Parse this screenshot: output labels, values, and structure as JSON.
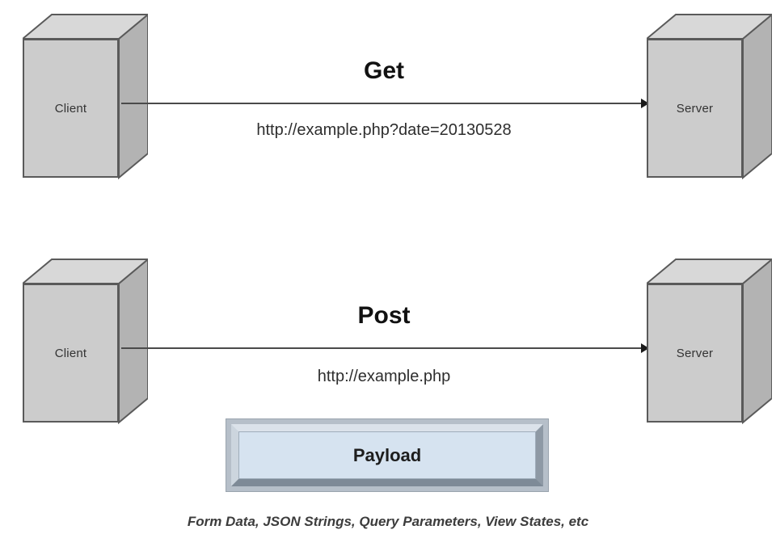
{
  "diagram": {
    "title": "HTTP Get vs Post request diagram",
    "background_color": "#ffffff",
    "box_front_color": "#cccccc",
    "box_top_color": "#d8d8d8",
    "box_side_color": "#b3b3b3",
    "box_border_color": "#5a5a5a",
    "arrow_color": "#4a4a4a",
    "payload_fill_color": "#d6e3f0",
    "payload_frame_color": "#b6bfc9"
  },
  "rows": [
    {
      "id": "get-row",
      "verb": "Get",
      "url": "http://example.php?date=20130528",
      "source_label": "Client",
      "target_label": "Server"
    },
    {
      "id": "post-row",
      "verb": "Post",
      "url": "http://example.php",
      "source_label": "Client",
      "target_label": "Server"
    }
  ],
  "payload": {
    "label": "Payload",
    "caption": "Form Data, JSON Strings, Query Parameters, View States, etc"
  }
}
